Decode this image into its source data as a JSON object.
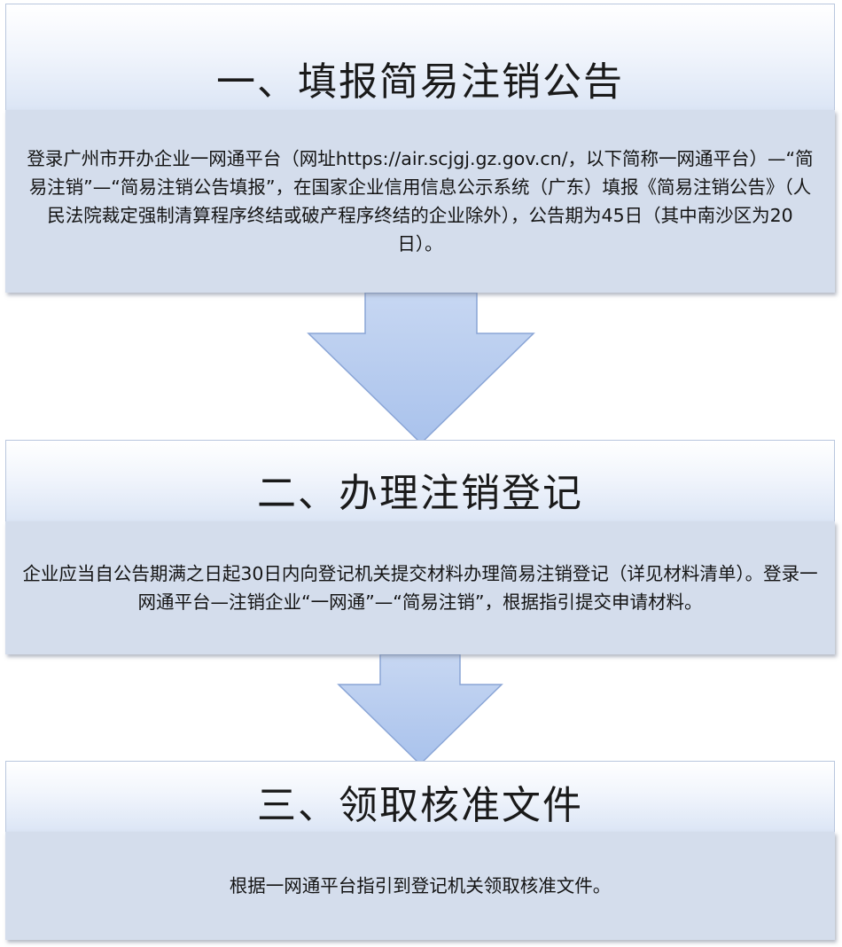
{
  "steps": [
    {
      "title": "一、填报简易注销公告",
      "body": "登录广州市开办企业一网通平台（网址https://air.scjgj.gz.gov.cn/，以下简称一网通平台）—“简易注销”—“简易注销公告填报”，在国家企业信用信息公示系统（广东）填报《简易注销公告》（人民法院裁定强制清算程序终结或破产程序终结的企业除外），公告期为45日（其中南沙区为20日）。"
    },
    {
      "title": "二、办理注销登记",
      "body": "企业应当自公告期满之日起30日内向登记机关提交材料办理简易注销登记（详见材料清单）。登录一网通平台—注销企业“一网通”—“简易注销”，根据指引提交申请材料。"
    },
    {
      "title": "三、领取核准文件",
      "body": "根据一网通平台指引到登记机关领取核准文件。"
    }
  ],
  "colors": {
    "body_fill": "#d4ddec",
    "header_border": "#b9c7de",
    "arrow_fill": "#b3c9ee",
    "arrow_stroke": "#8aa5d6"
  }
}
